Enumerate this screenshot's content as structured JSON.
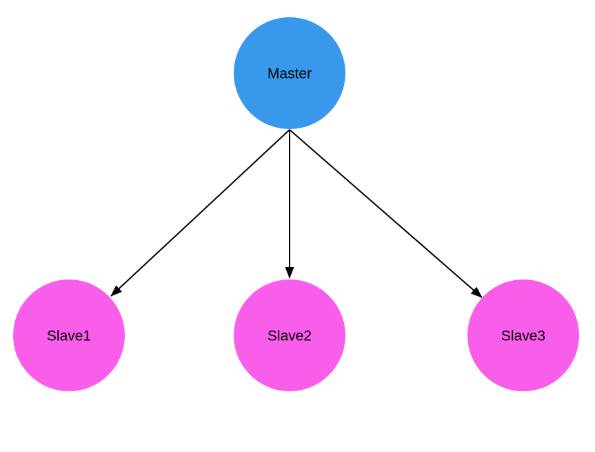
{
  "diagram": {
    "type": "graph",
    "nodes": {
      "master": {
        "label": "Master"
      },
      "slave1": {
        "label": "Slave1"
      },
      "slave2": {
        "label": "Slave2"
      },
      "slave3": {
        "label": "Slave3"
      }
    },
    "edges": [
      {
        "from": "master",
        "to": "slave1"
      },
      {
        "from": "master",
        "to": "slave2"
      },
      {
        "from": "master",
        "to": "slave3"
      }
    ]
  },
  "colors": {
    "background": "#ffffff",
    "master_fill": "#3898ec",
    "slave_fill": "#f95eeb",
    "edge": "#000000",
    "label": "#000000"
  }
}
